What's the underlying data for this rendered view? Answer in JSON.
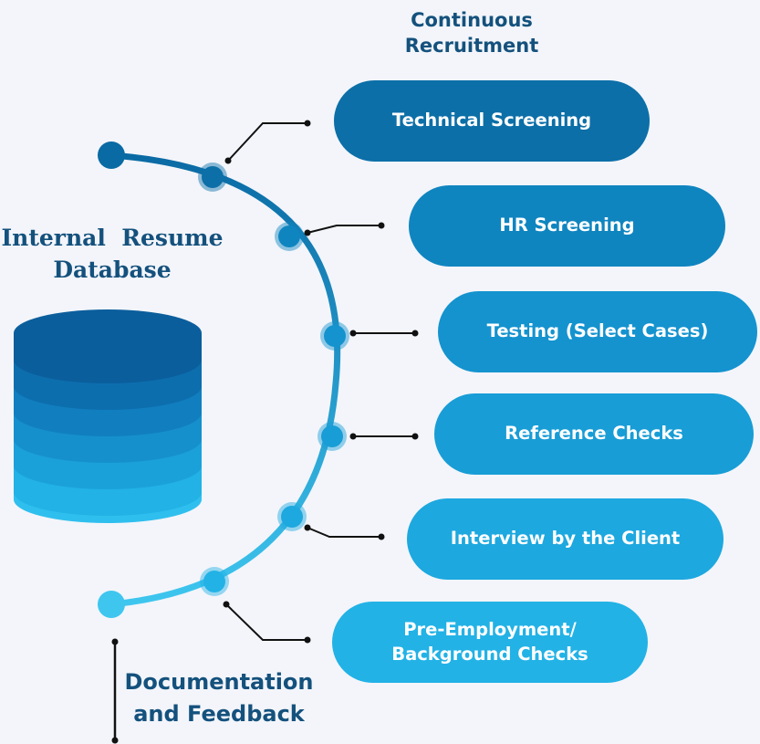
{
  "titles": {
    "top": [
      "Continuous",
      "Recruitment"
    ],
    "database": [
      "Internal  Resume",
      "Database"
    ],
    "bottom": [
      "Documentation",
      "and Feedback"
    ]
  },
  "steps": [
    {
      "label": "Technical Screening",
      "color": "#0c6fa8"
    },
    {
      "label": "HR Screening",
      "color": "#0f85c0"
    },
    {
      "label": "Testing (Select Cases)",
      "color": "#1493cf"
    },
    {
      "label": "Reference Checks",
      "color": "#189dd6"
    },
    {
      "label": "Interview by the Client",
      "color": "#1da8df"
    },
    {
      "label": "Pre-Employment/ Background Checks",
      "color": "#22b2e6"
    }
  ],
  "colors": {
    "background": "#f3f5fa",
    "title_text": "#14517d",
    "arc_start": "#0a6aa4",
    "arc_end": "#3ec6ef",
    "connector": "#111111",
    "database_bands": [
      "#0b5e9c",
      "#0d6eae",
      "#117fbf",
      "#1690cd",
      "#1ba1da",
      "#22b2e6",
      "#2fbfee"
    ]
  }
}
